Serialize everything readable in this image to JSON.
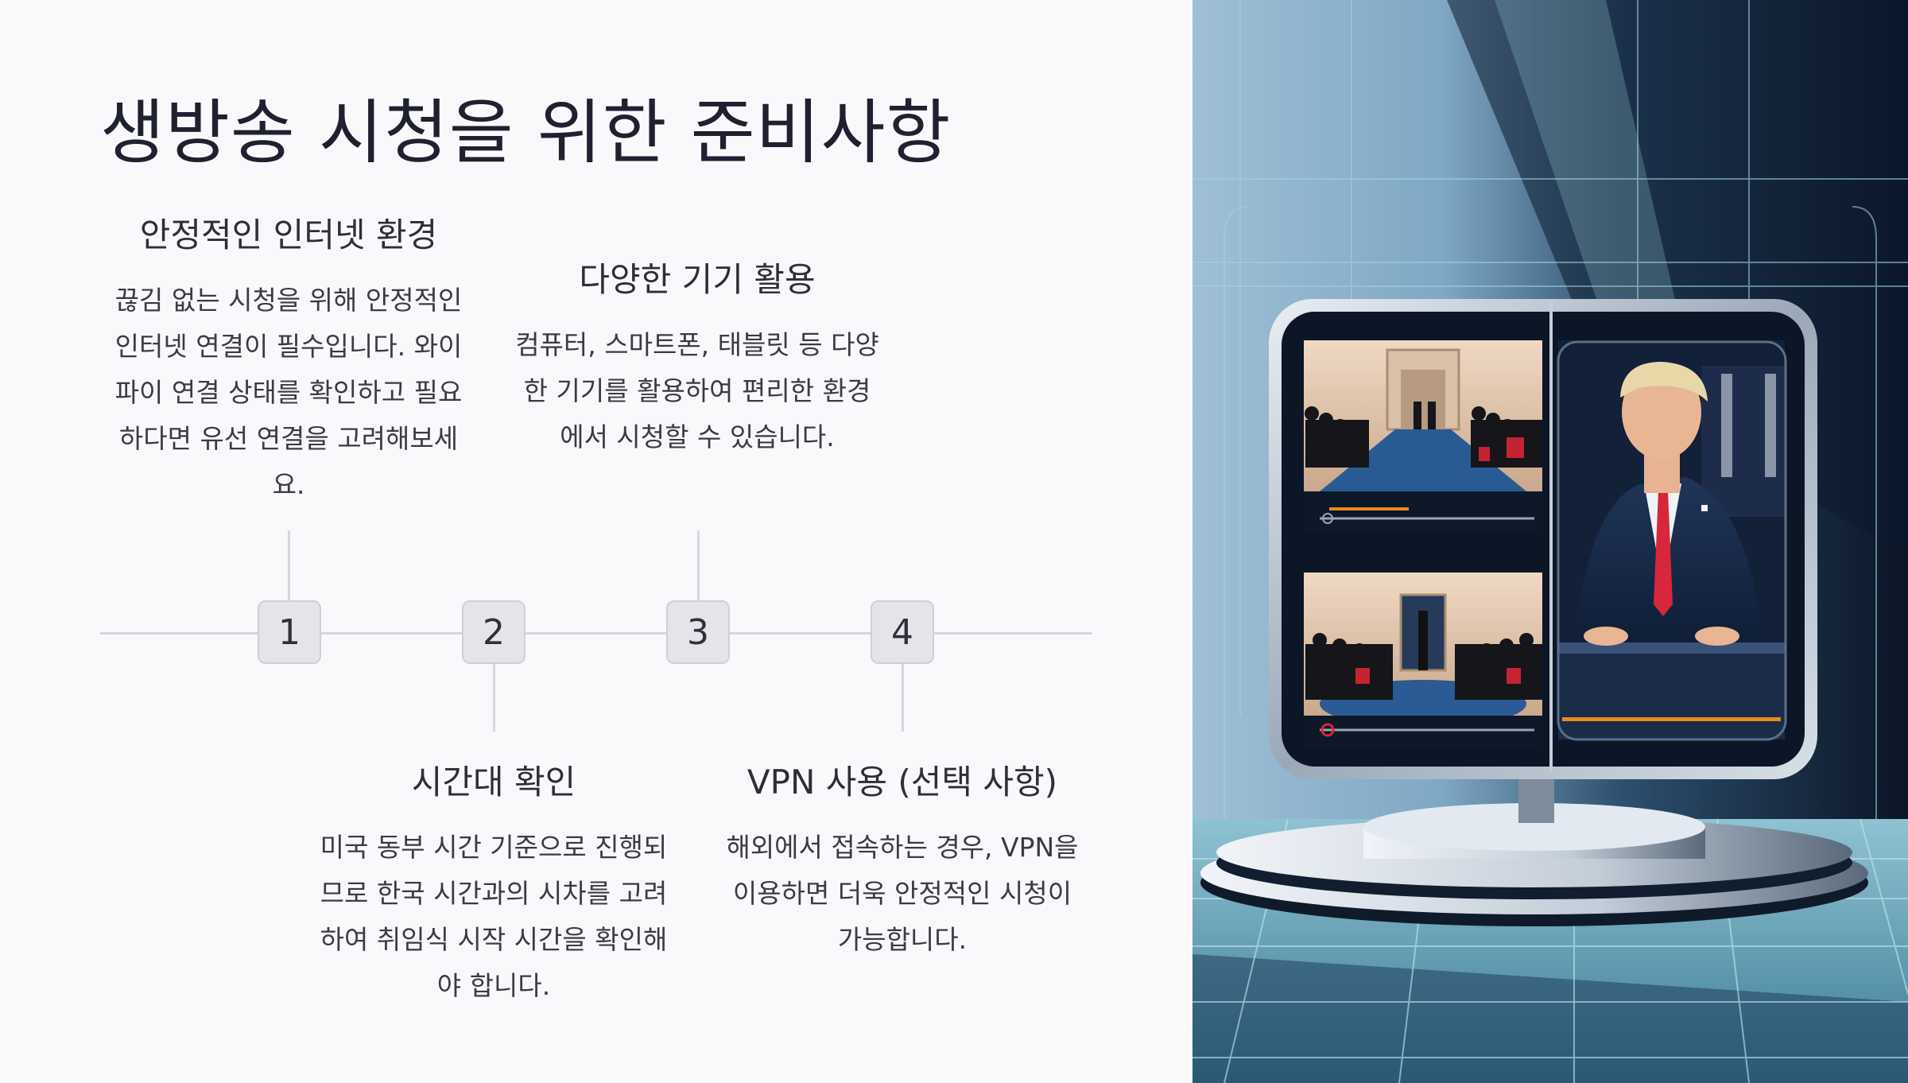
{
  "slide": {
    "title": "생방송 시청을 위한 준비사항",
    "steps": [
      {
        "number": "1",
        "heading": "안정적인 인터넷 환경",
        "body": "끊김 없는 시청을 위해 안정적인 인터넷 연결이 필수입니다. 와이파이 연결 상태를 확인하고 필요하다면 유선 연결을 고려해보세요."
      },
      {
        "number": "2",
        "heading": "시간대 확인",
        "body": "미국 동부 시간 기준으로 진행되므로 한국 시간과의 시차를 고려하여 취임식 시작 시간을 확인해야 합니다."
      },
      {
        "number": "3",
        "heading": "다양한 기기 활용",
        "body": "컴퓨터, 스마트폰, 태블릿 등 다양한 기기를 활용하여 편리한 환경에서 시청할 수 있습니다."
      },
      {
        "number": "4",
        "heading": "VPN 사용 (선택 사항)",
        "body": "해외에서 접속하는 경우, VPN을 이용하면 더욱 안정적인 시청이 가능합니다."
      }
    ]
  },
  "colors": {
    "accent_orange": "#e88a1a",
    "accent_red": "#d8263a",
    "panel_dark": "#0e1a2c",
    "panel_light": "#9fc4d8"
  }
}
